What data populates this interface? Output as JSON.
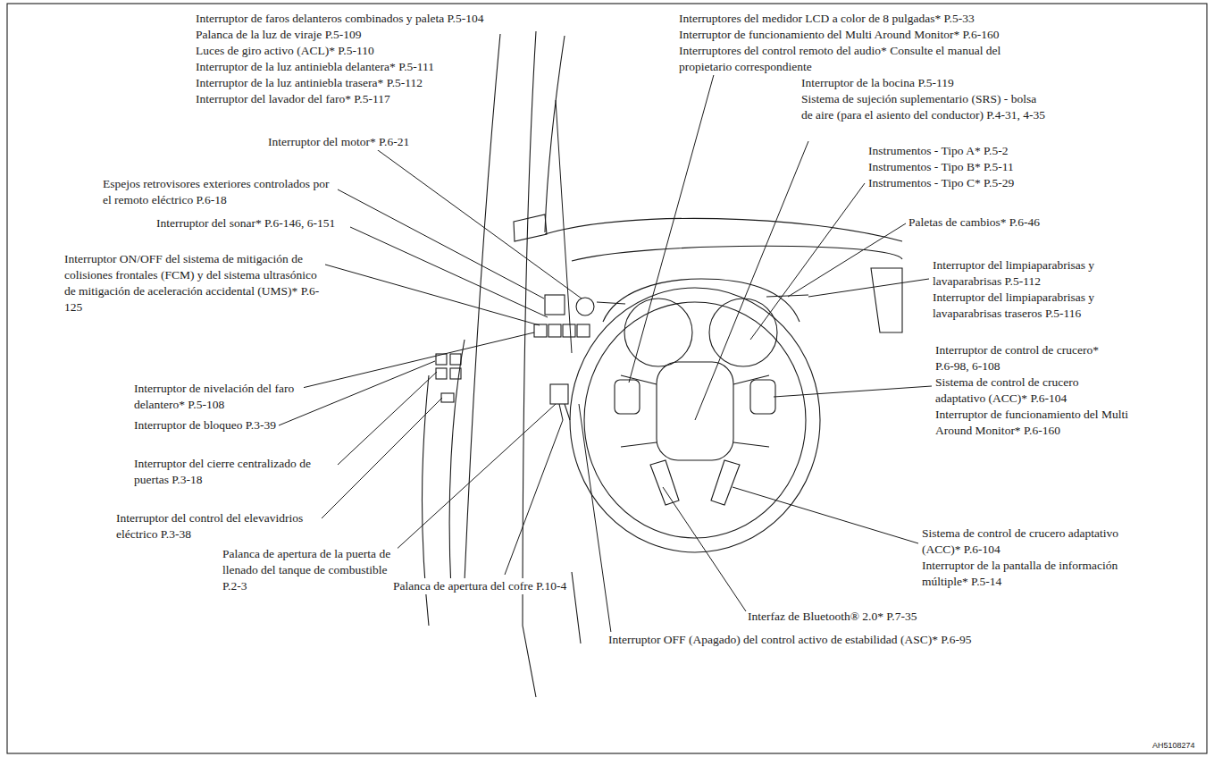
{
  "diagram": {
    "labels": [
      "Interruptor de faros delanteros combinados y paleta P.5-104",
      "Palanca de la luz de viraje P.5-109",
      "Luces de giro activo (ACL)* P.5-110",
      "Interruptor de la luz antiniebla delantera* P.5-111",
      "Interruptor de la luz antiniebla trasera* P.5-112",
      "Interruptor del lavador del faro* P.5-117",
      "Interruptor del motor* P.6-21",
      "Espejos retrovisores exteriores controlados por el remoto eléctrico P.6-18",
      "Interruptor del sonar* P.6-146, 6-151",
      "Interruptor ON/OFF del sistema de mitigación de colisiones frontales (FCM) y del sistema ultrasónico de mitigación de aceleración accidental (UMS)* P.6-125",
      "Interruptor de nivelación del faro delantero* P.5-108",
      "Interruptor de bloqueo P.3-39",
      "Interruptor del cierre centralizado de puertas P.3-18",
      "Interruptor del control del elevavidrios eléctrico P.3-38",
      "Palanca de apertura de la puerta de llenado del tanque de combustible P.2-3",
      "Palanca de apertura del cofre P.10-4",
      "Interruptores del medidor LCD a color de 8 pulgadas* P.5-33",
      "Interruptor de funcionamiento del Multi Around Monitor* P.6-160",
      "Interruptores del control remoto del audio* Consulte el manual del propietario correspondiente",
      "Interruptor de la bocina P.5-119",
      "Sistema de sujeción suplementario (SRS) - bolsa de aire (para el asiento del conductor) P.4-31, 4-35",
      "Instrumentos - Tipo A* P.5-2",
      "Instrumentos - Tipo B* P.5-11",
      "Instrumentos - Tipo C* P.5-29",
      "Paletas de cambios* P.6-46",
      "Interruptor del limpiaparabrisas y lavaparabrisas P.5-112",
      "Interruptor del limpiaparabrisas y lavaparabrisas traseros P.5-116",
      "Interruptor de control de crucero* P.6-98, 6-108",
      "Sistema de control de crucero adaptativo (ACC)* P.6-104",
      "Interruptor de funcionamiento del Multi Around Monitor* P.6-160",
      "Sistema de control de crucero adaptativo (ACC)* P.6-104",
      "Interruptor de la pantalla de información múltiple* P.5-14",
      "Interfaz de Bluetooth® 2.0* P.7-35",
      "Interruptor OFF (Apagado) del control activo de estabilidad (ASC)* P.6-95",
      "AH5108274"
    ]
  }
}
